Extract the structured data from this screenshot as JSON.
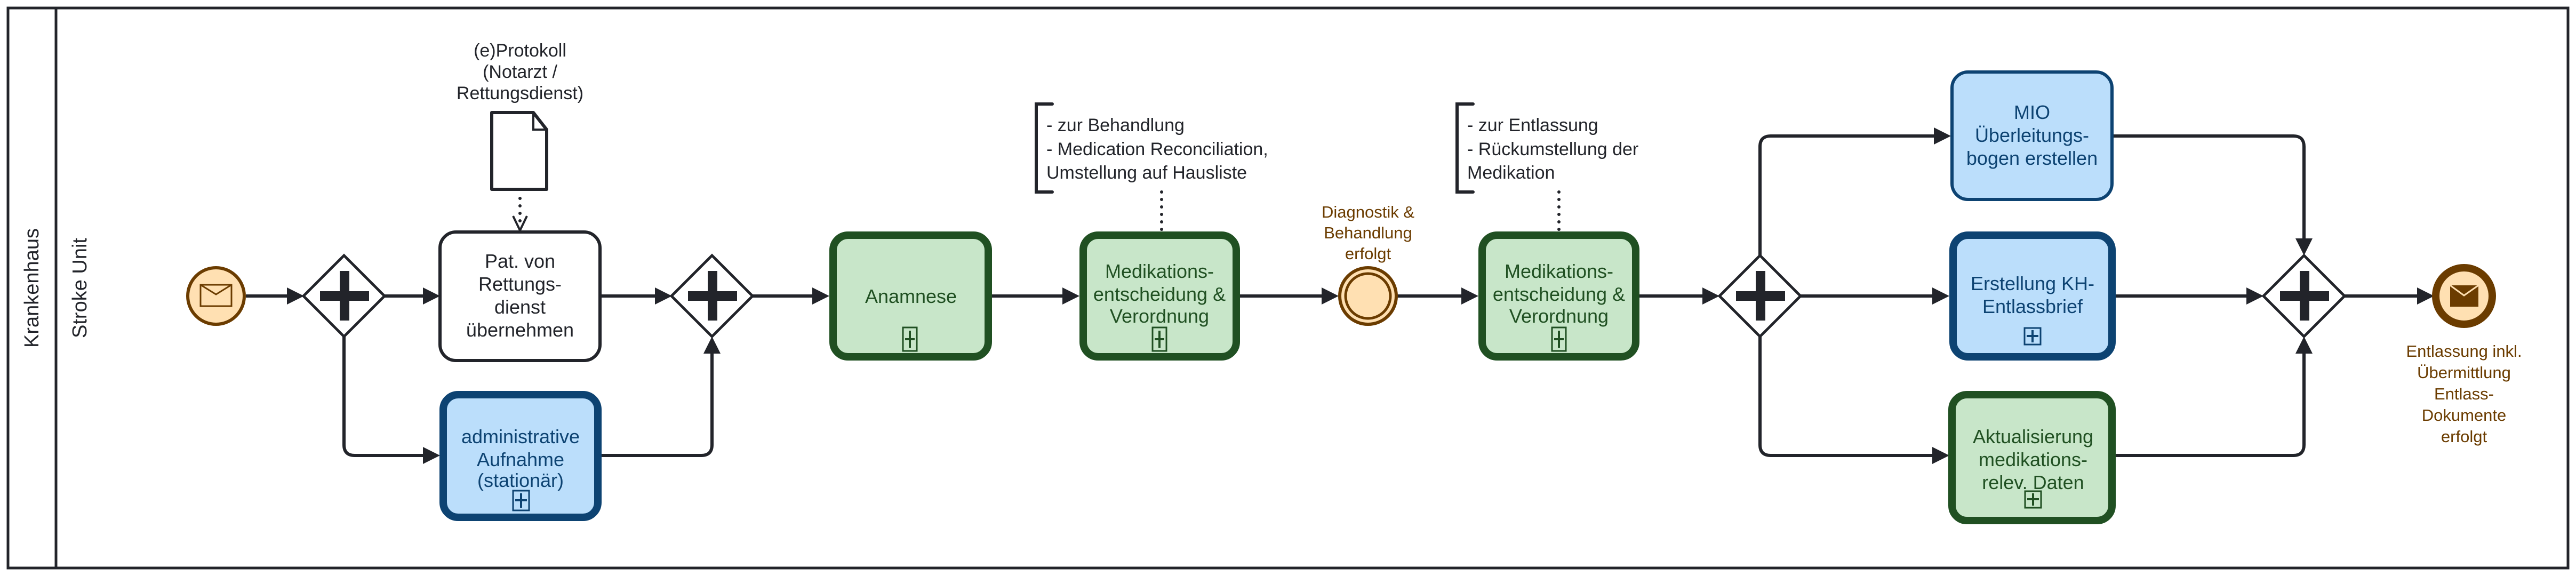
{
  "pool": {
    "label": "Krankenhaus"
  },
  "lane": {
    "label": "Stroke Unit"
  },
  "colors": {
    "line": "#22242a",
    "blue_fill": "#bbdefb",
    "blue_stroke": "#0d4372",
    "green_fill": "#c8e6c9",
    "green_stroke": "#205022",
    "event_fill": "#ffe0b2",
    "event_stroke": "#6b3c00"
  },
  "start_event": {
    "type": "message-start",
    "icon": "envelope-icon"
  },
  "data_object": {
    "icon": "document-icon",
    "label_lines": [
      "(e)Protokoll",
      "(Notarzt /",
      "Rettungsdienst)"
    ]
  },
  "tasks": {
    "pat_uebernehmen": {
      "lines": [
        "Pat. von",
        "Rettungs-",
        "dienst",
        "übernehmen"
      ],
      "style": "plain",
      "subprocess": false
    },
    "admin_aufnahme": {
      "lines": [
        "administrative",
        "Aufnahme",
        "(stationär)"
      ],
      "style": "blue",
      "subprocess": true
    },
    "anamnese": {
      "lines": [
        "Anamnese"
      ],
      "style": "green",
      "subprocess": true
    },
    "medikation_1": {
      "lines": [
        "Medikations-",
        "entscheidung &",
        "Verordnung"
      ],
      "style": "green",
      "subprocess": true
    },
    "medikation_2": {
      "lines": [
        "Medikations-",
        "entscheidung &",
        "Verordnung"
      ],
      "style": "green",
      "subprocess": true
    },
    "mio": {
      "lines": [
        "MIO",
        "Überleitungs-",
        "bogen erstellen"
      ],
      "style": "blue",
      "subprocess": false
    },
    "entlassbrief": {
      "lines": [
        "Erstellung KH-",
        "Entlassbrief"
      ],
      "style": "blue",
      "subprocess": true
    },
    "aktualisierung": {
      "lines": [
        "Aktualisierung",
        "medikations-",
        "relev. Daten"
      ],
      "style": "green",
      "subprocess": true
    }
  },
  "annotations": {
    "behandlung": {
      "lines": [
        "- zur Behandlung",
        "- Medication Reconciliation,",
        "Umstellung auf Hausliste"
      ]
    },
    "entlassung": {
      "lines": [
        "- zur Entlassung",
        "- Rückumstellung der",
        "Medikation"
      ]
    }
  },
  "intermediate_event": {
    "lines": [
      "Diagnostik &",
      "Behandlung",
      "erfolgt"
    ]
  },
  "end_event": {
    "type": "message-end",
    "icon": "envelope-filled-icon",
    "lines": [
      "Entlassung inkl.",
      "Übermittlung",
      "Entlass-",
      "Dokumente",
      "erfolgt"
    ]
  },
  "gateways": [
    {
      "type": "parallel",
      "role": "split"
    },
    {
      "type": "parallel",
      "role": "join"
    },
    {
      "type": "parallel",
      "role": "split"
    },
    {
      "type": "parallel",
      "role": "join"
    }
  ]
}
